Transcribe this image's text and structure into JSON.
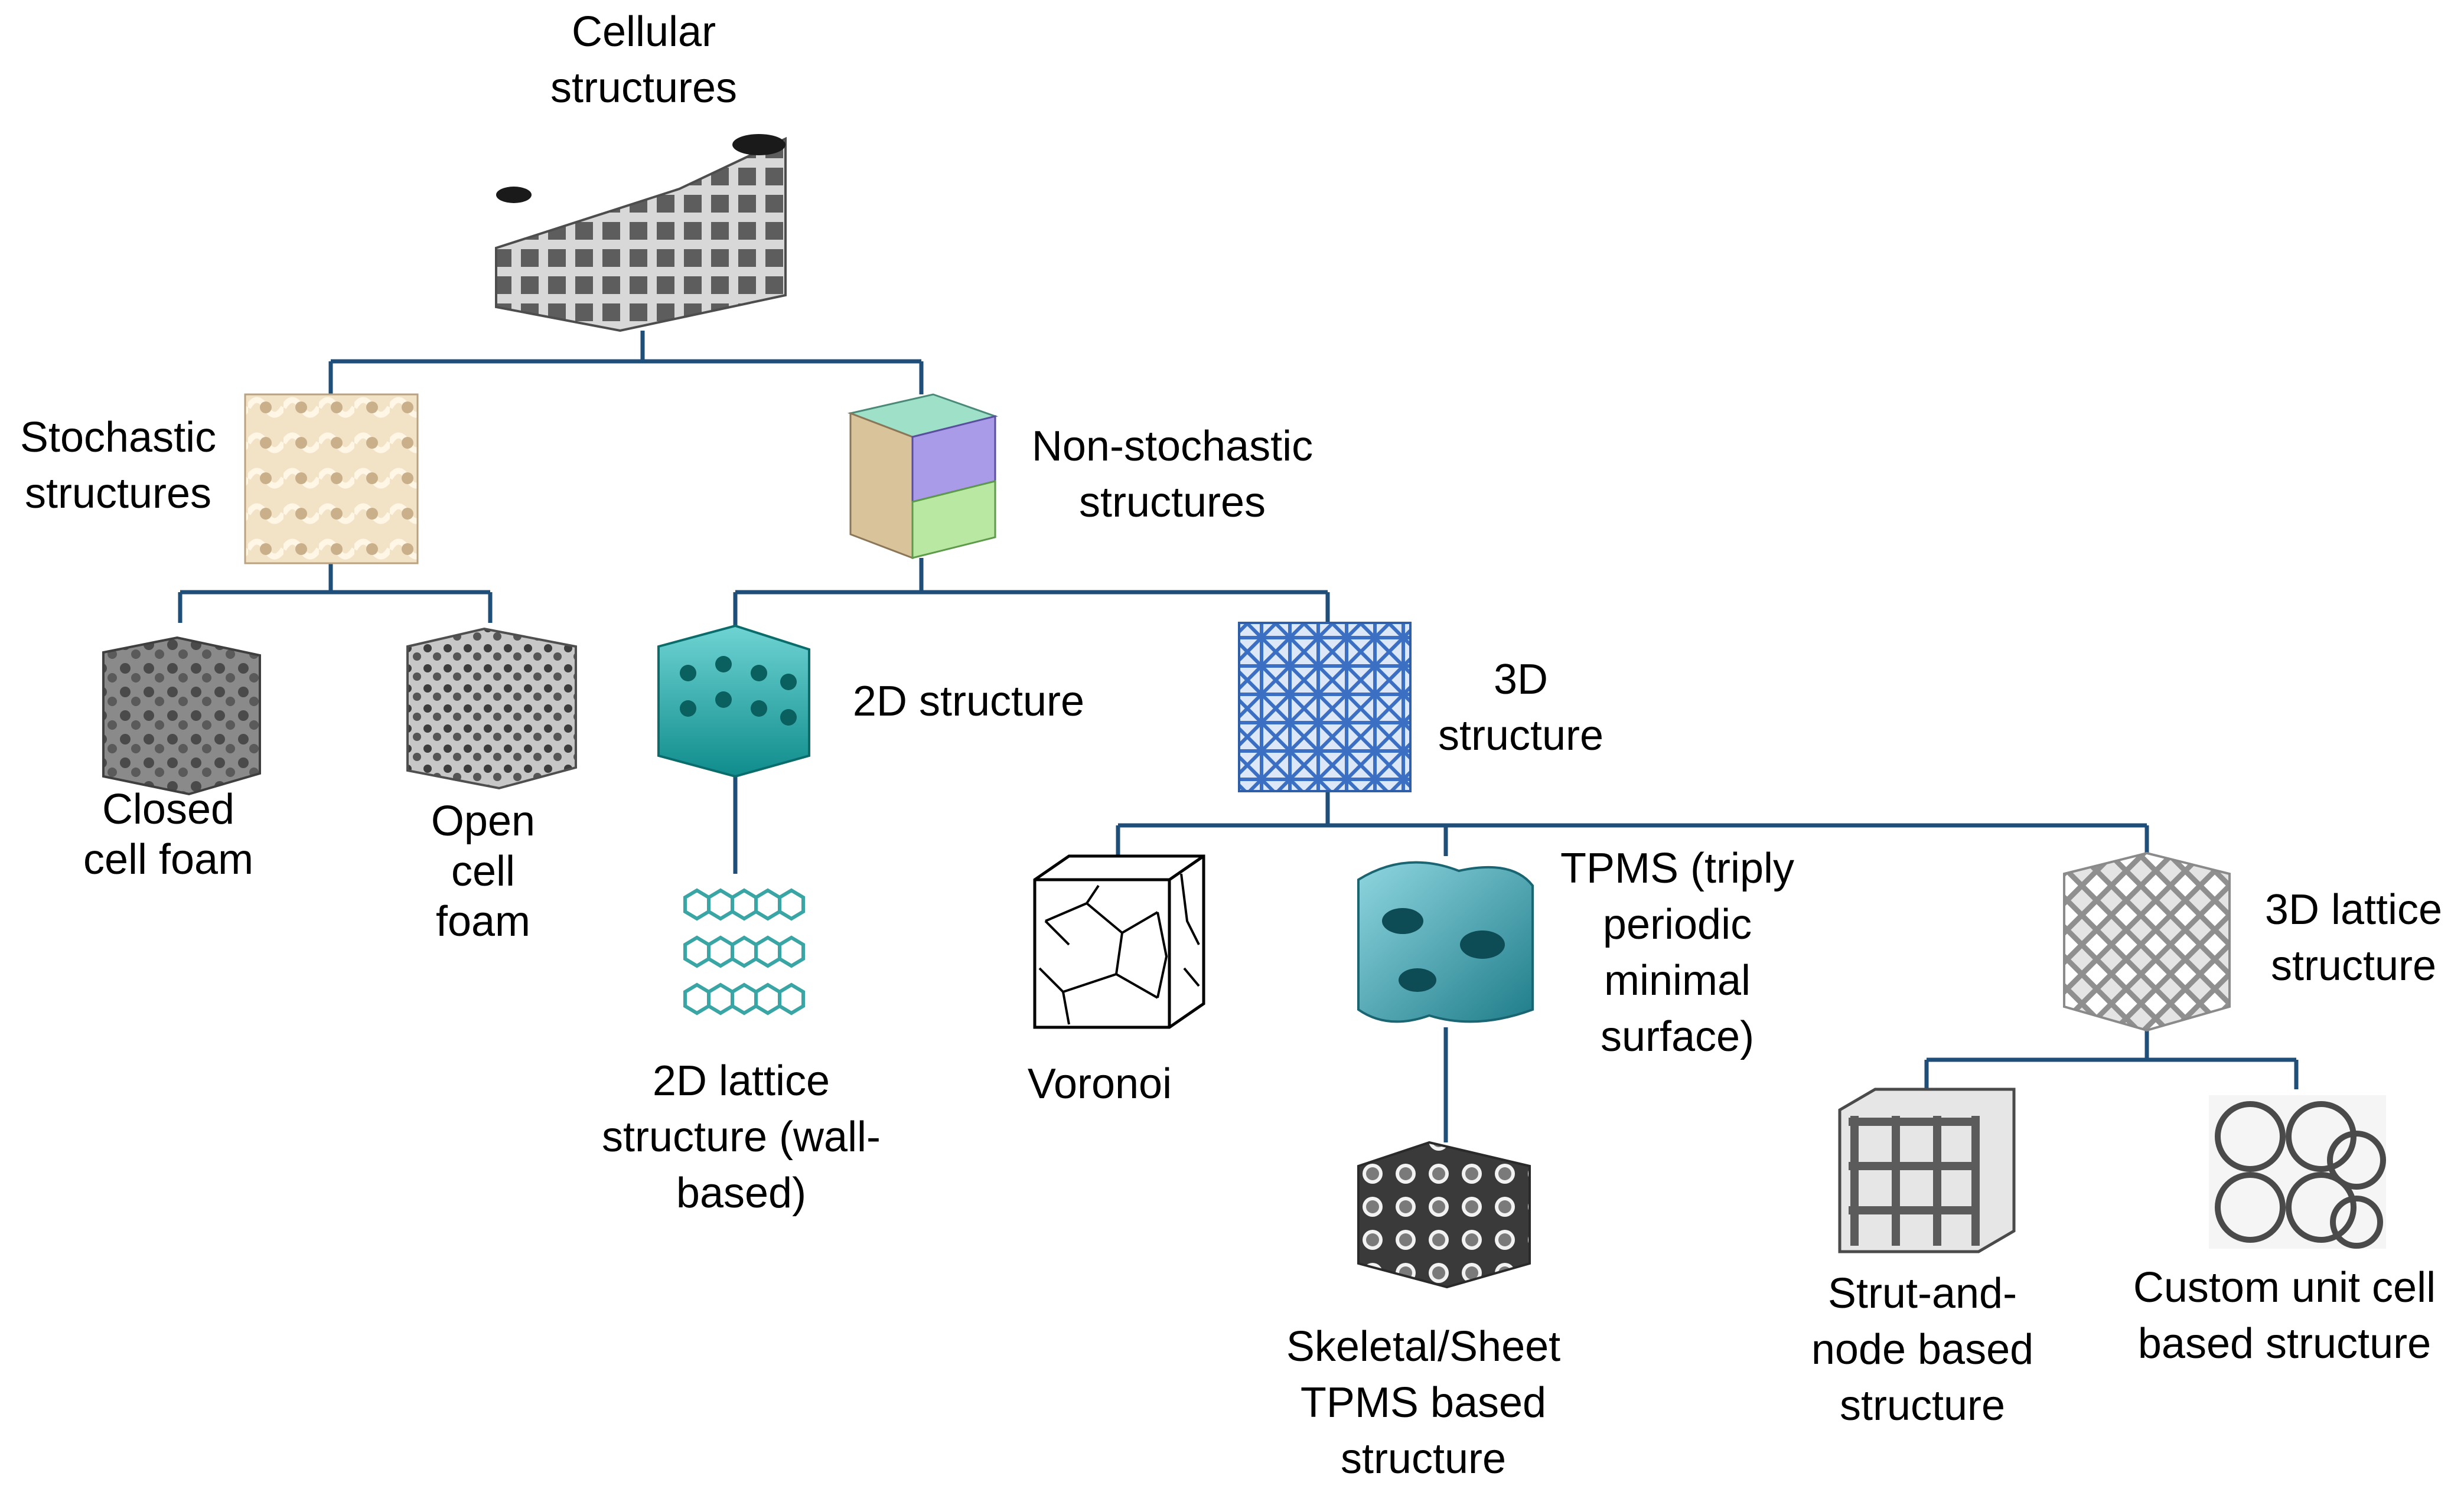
{
  "colors": {
    "connector": "#1f4e79",
    "text": "#000000",
    "background": "#ffffff"
  },
  "nodes": {
    "root": {
      "lines": [
        "Cellular",
        "structures"
      ],
      "icon": "metal-lattice-panel-image"
    },
    "stochastic": {
      "lines": [
        "Stochastic",
        "structures"
      ],
      "icon": "ceramic-foam-image"
    },
    "non_stochastic": {
      "lines": [
        "Non-stochastic",
        "structures"
      ],
      "icon": "multi-lattice-cube-image"
    },
    "closed_foam": {
      "lines": [
        "Closed",
        "cell foam"
      ],
      "icon": "closed-cell-foam-image"
    },
    "open_foam": {
      "lines": [
        "Open",
        "cell",
        "foam"
      ],
      "icon": "open-cell-foam-image"
    },
    "structure_2d": {
      "lines": [
        "2D structure"
      ],
      "icon": "honeycomb-block-image"
    },
    "structure_3d": {
      "lines": [
        "3D",
        "structure"
      ],
      "icon": "blue-lattice-cube-image"
    },
    "lattice_2d": {
      "lines": [
        "2D lattice",
        "structure (wall-",
        "based)"
      ],
      "icon": "hexagon-grid-image"
    },
    "voronoi": {
      "lines": [
        "Voronoi"
      ],
      "icon": "voronoi-cube-image"
    },
    "tpms": {
      "lines": [
        "TPMS (triply",
        "periodic",
        "minimal",
        "surface)"
      ],
      "icon": "gyroid-surface-image"
    },
    "lattice_3d": {
      "lines": [
        "3D lattice",
        "structure"
      ],
      "icon": "grey-lattice-image"
    },
    "tpms_based": {
      "lines": [
        "Skeletal/Sheet",
        "TPMS based",
        "structure"
      ],
      "icon": "tpms-sheet-image"
    },
    "strut_node": {
      "lines": [
        "Strut-and-",
        "node based",
        "structure"
      ],
      "icon": "strut-node-cube-image"
    },
    "custom_cell": {
      "lines": [
        "Custom unit cell",
        "based structure"
      ],
      "icon": "custom-cell-cube-image"
    }
  }
}
